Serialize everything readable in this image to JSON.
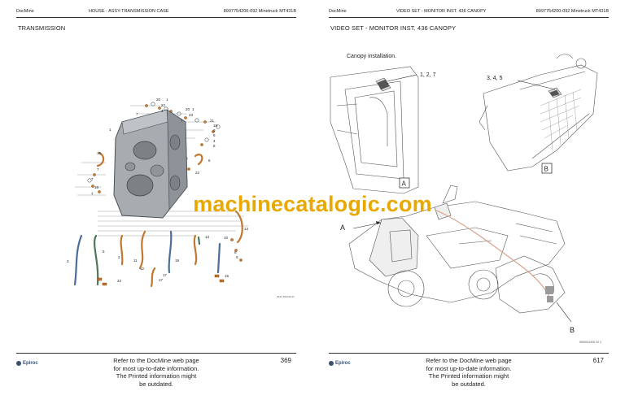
{
  "left_page": {
    "header": {
      "app": "DocMine",
      "title": "HOUSE - ASSY-TRANSMISSION CASE",
      "doc_id": "8997754200-092 Minetruck MT431B"
    },
    "section_title": "TRANSMISSION",
    "part_labels": [
      "20",
      "1",
      "22",
      "4",
      "7",
      "20",
      "1",
      "23",
      "21",
      "7",
      "18",
      "9",
      "8",
      "4",
      "8",
      "6",
      "22",
      "16",
      "7",
      "7",
      "18",
      "7",
      "1",
      "14",
      "10",
      "13",
      "5",
      "3",
      "2",
      "11",
      "12",
      "19",
      "6",
      "5",
      "17",
      "17",
      "15",
      "22"
    ],
    "figure_id": "0413 TRANS 01",
    "page_number": "369"
  },
  "right_page": {
    "header": {
      "app": "DocMine",
      "title": "VIDEO SET - MONITOR INST. 436 CANOPY",
      "doc_id": "8997754200-092 Minetruck MT431B"
    },
    "section_title": "VIDEO SET - MONITOR INST. 436 CANOPY",
    "caption": "Canopy installation.",
    "callout_a_parts": "1, 2, 7",
    "callout_b_parts": "3, 4, 5",
    "detail_a": "A",
    "detail_b": "B",
    "figure_id": "5590011900 02 2",
    "page_number": "617"
  },
  "footer": {
    "brand": "Epiroc",
    "notice": [
      "Refer to the DocMine web page",
      "for most up-to-date information.",
      "The Printed information might",
      "be outdated."
    ]
  },
  "watermark": "machinecatalogic.com",
  "colors": {
    "watermark": "#e9a800",
    "brand": "#3a4f6f",
    "cable_orange": "#c2772e",
    "cable_green": "#4a7a58",
    "cable_blue": "#4a6d9a",
    "casting": "#a7acb0"
  }
}
